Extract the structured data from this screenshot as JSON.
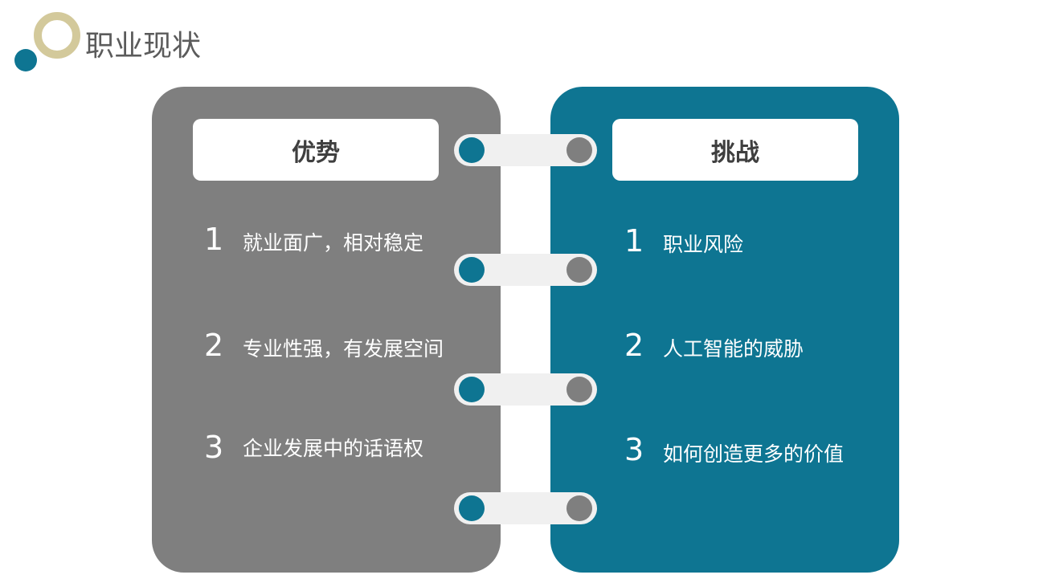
{
  "title": "职业现状",
  "advantages": {
    "heading": "优势",
    "items": [
      {
        "num": "1",
        "text": "就业面广，相对稳定"
      },
      {
        "num": "2",
        "text": "专业性强，有发展空间"
      },
      {
        "num": "3",
        "text": "企业发展中的话语权"
      }
    ]
  },
  "challenges": {
    "heading": "挑战",
    "items": [
      {
        "num": "1",
        "text": "职业风险"
      },
      {
        "num": "2",
        "text": "人工智能的威胁"
      },
      {
        "num": "3",
        "text": "如何创造更多的价值"
      }
    ]
  },
  "colors": {
    "accent": "#0e7592",
    "gray": "#7f7f7f",
    "gold": "#d3c99b"
  }
}
